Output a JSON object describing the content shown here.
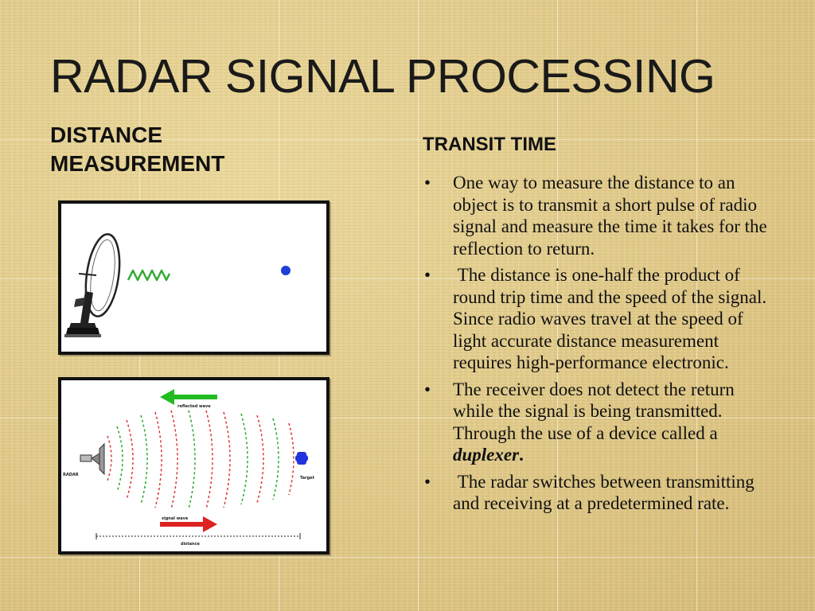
{
  "slide": {
    "title": "RADAR SIGNAL PROCESSING",
    "left_heading": "DISTANCE MEASUREMENT",
    "right_heading": "TRANSIT TIME"
  },
  "bullets": [
    {
      "marker": "•",
      "text": "One way to measure the distance to an object is to transmit a short pulse of radio signal and measure the time it takes for the reflection to return."
    },
    {
      "marker": "•",
      "text": " The distance is one-half the product of round trip time and the speed of the signal. Since radio waves travel at the speed of light accurate distance measurement requires high-performance electronic."
    },
    {
      "marker": "•",
      "text_before": "The receiver does not detect the return while the signal is being transmitted. Through the use of a device called a ",
      "emphasis": "duplexer",
      "text_after": "."
    },
    {
      "marker": "•",
      "text": " The radar switches between transmitting and receiving at a predetermined rate."
    }
  ],
  "figure_waves": {
    "top_arrow_label": "reflected wave",
    "bottom_arrow_label": "signal wave",
    "distance_label": "distance",
    "target_label": "Target",
    "source_label": "RADAR",
    "colors": {
      "return_arrow": "#22bb22",
      "outgoing_arrow": "#dd2222",
      "target": "#2233dd"
    }
  },
  "figure_radar": {
    "icons": [
      "radar-dish-icon",
      "signal-wave-icon",
      "target-dot-icon"
    ],
    "colors": {
      "wave": "#33aa33",
      "target": "#1f3fd6"
    }
  }
}
